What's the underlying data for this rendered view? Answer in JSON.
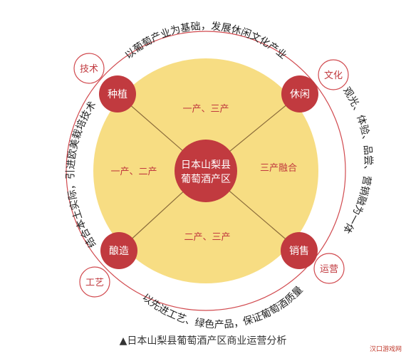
{
  "colors": {
    "ring": "#d14a4f",
    "center_fill": "#f7dd83",
    "node_fill": "#c13a3f",
    "label_text": "#c13a3f",
    "arc_text": "#222222",
    "spoke": "#8a6b3a"
  },
  "center": {
    "line1": "日本山梨县",
    "line2": "葡萄酒产区"
  },
  "nodes": {
    "top_left": "种植",
    "top_right": "休闲",
    "bottom_left": "酿造",
    "bottom_right": "销售"
  },
  "sectors": {
    "top": "一产、三产",
    "left": "一产、二产",
    "right": "三产融合",
    "bottom": "二产、三产"
  },
  "outer_tags": {
    "top_left": "技术",
    "top_right": "文化",
    "bottom_left": "工艺",
    "bottom_right": "运营"
  },
  "arc_text": {
    "top": "以葡萄产业为基础，发展休闲文化产业",
    "right": "观光、体验、品尝、营销融为一体",
    "bottom": "以先进工艺、绿色产品，保证葡萄酒质量",
    "left": "结合本土实际，引进欧美栽培技术"
  },
  "caption": "▲日本山梨县葡萄酒产区商业运营分析",
  "watermark": "汉口游戏网"
}
